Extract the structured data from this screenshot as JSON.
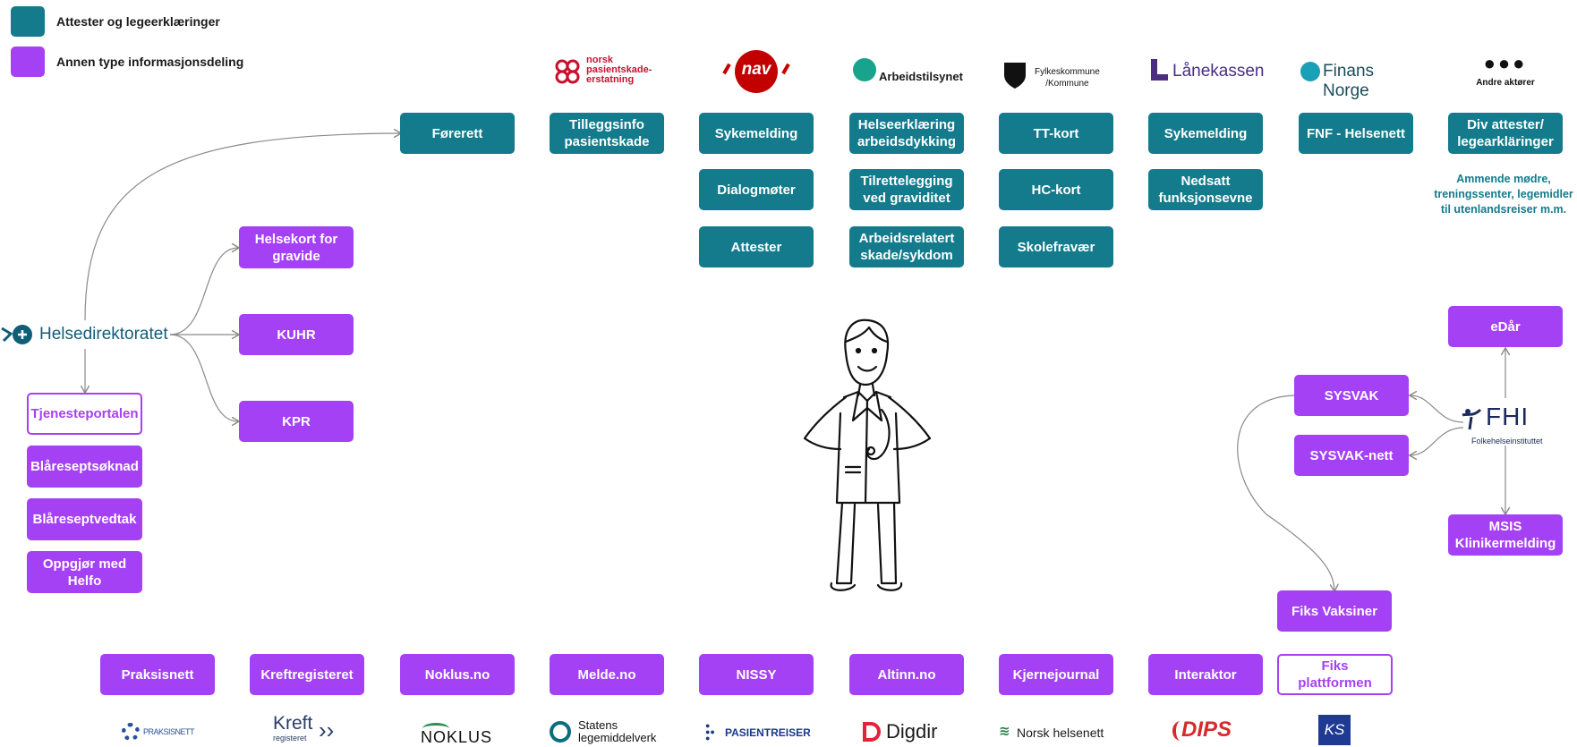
{
  "legend": {
    "items": [
      {
        "label": "Attester og legeerklæringer",
        "color": "#137b8c"
      },
      {
        "label": "Annen type informasjonsdeling",
        "color": "#a541f4"
      }
    ]
  },
  "colors": {
    "teal": "#137b8c",
    "purple": "#a541f4",
    "connector": "#8a8a8a"
  },
  "top_logos": {
    "npe": "norsk\npasientskade-\nerstatning",
    "nav": "nav",
    "arbeidstilsynet": "Arbeidstilsynet",
    "fylkeskommune": "Fylkeskommune\n/Kommune",
    "lanekassen": "Lånekassen",
    "finans_norge": "Finans Norge",
    "andre_aktorer": "Andre aktører"
  },
  "columns": {
    "forerett": "Førerett",
    "npe_box": "Tilleggsinfo pasientskade",
    "nav_boxes": [
      "Sykemelding",
      "Dialogmøter",
      "Attester"
    ],
    "arbeidstilsynet_boxes": [
      "Helseerklæring arbeidsdykking",
      "Tilrettelegging ved graviditet",
      "Arbeidsrelatert skade/sykdom"
    ],
    "kommune_boxes": [
      "TT-kort",
      "HC-kort",
      "Skolefravær"
    ],
    "lanekassen_boxes": [
      "Sykemelding",
      "Nedsatt funksjonsevne"
    ],
    "finans_box": "FNF - Helsenett",
    "andre_box": "Div attester/ legearkläringer",
    "andre_note": "Ammende mødre, treningssenter, legemidler til utenlandsreiser m.m."
  },
  "helsedirektoratet": {
    "logo": "Helsedirektoratet",
    "boxes": [
      "Helsekort for gravide",
      "KUHR",
      "KPR"
    ],
    "tjenesteportalen": "Tjenesteportalen",
    "portal_items": [
      "Blåreseptsøknad",
      "Blåreseptvedtak",
      "Oppgjør med Helfo"
    ]
  },
  "fhi": {
    "logo": "FHI",
    "logo_sub": "Folkehelseinstituttet",
    "edar": "eDår",
    "sysvak": "SYSVAK",
    "sysvak_nett": "SYSVAK-nett",
    "msis": "MSIS Klinikermelding",
    "fiks_vaksiner": "Fiks Vaksiner"
  },
  "bottom": {
    "boxes": [
      "Praksisnett",
      "Kreftregisteret",
      "Noklus.no",
      "Melde.no",
      "NISSY",
      "Altinn.no",
      "Kjernejournal",
      "Interaktor"
    ],
    "fiks_plattformen": "Fiks plattformen",
    "logos": [
      "PRAKSISNETT",
      "Kreft",
      "registeret",
      "NOKLUS",
      "Statens",
      "legemiddelverk",
      "PASIENTREISER",
      "Digdir",
      "Norsk helsenett",
      "DIPS",
      "KS"
    ]
  }
}
